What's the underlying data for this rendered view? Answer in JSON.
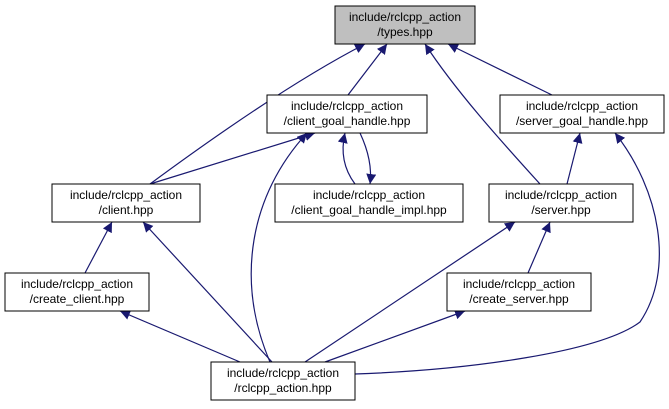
{
  "graph": {
    "node_fill": "#ffffff",
    "highlight_fill": "#bfbfbf",
    "edge_color": "#191970",
    "nodes": [
      {
        "id": "types",
        "lines": [
          "include/rclcpp_action",
          "/types.hpp"
        ],
        "highlight": true
      },
      {
        "id": "client_goal_handle",
        "lines": [
          "include/rclcpp_action",
          "/client_goal_handle.hpp"
        ]
      },
      {
        "id": "server_goal_handle",
        "lines": [
          "include/rclcpp_action",
          "/server_goal_handle.hpp"
        ]
      },
      {
        "id": "client",
        "lines": [
          "include/rclcpp_action",
          "/client.hpp"
        ]
      },
      {
        "id": "client_goal_handle_impl",
        "lines": [
          "include/rclcpp_action",
          "/client_goal_handle_impl.hpp"
        ]
      },
      {
        "id": "server",
        "lines": [
          "include/rclcpp_action",
          "/server.hpp"
        ]
      },
      {
        "id": "create_client",
        "lines": [
          "include/rclcpp_action",
          "/create_client.hpp"
        ]
      },
      {
        "id": "create_server",
        "lines": [
          "include/rclcpp_action",
          "/create_server.hpp"
        ]
      },
      {
        "id": "rclcpp_action",
        "lines": [
          "include/rclcpp_action",
          "/rclcpp_action.hpp"
        ]
      }
    ],
    "edges": [
      {
        "from": "client",
        "to": "types"
      },
      {
        "from": "client_goal_handle",
        "to": "types"
      },
      {
        "from": "server",
        "to": "types"
      },
      {
        "from": "server_goal_handle",
        "to": "types"
      },
      {
        "from": "client",
        "to": "client_goal_handle"
      },
      {
        "from": "client_goal_handle_impl",
        "to": "client_goal_handle"
      },
      {
        "from": "rclcpp_action",
        "to": "client_goal_handle"
      },
      {
        "from": "client_goal_handle",
        "to": "client_goal_handle_impl"
      },
      {
        "from": "server",
        "to": "server_goal_handle"
      },
      {
        "from": "rclcpp_action",
        "to": "server_goal_handle"
      },
      {
        "from": "create_client",
        "to": "client"
      },
      {
        "from": "rclcpp_action",
        "to": "client"
      },
      {
        "from": "create_server",
        "to": "server"
      },
      {
        "from": "rclcpp_action",
        "to": "server"
      },
      {
        "from": "rclcpp_action",
        "to": "create_client"
      },
      {
        "from": "rclcpp_action",
        "to": "create_server"
      }
    ]
  }
}
